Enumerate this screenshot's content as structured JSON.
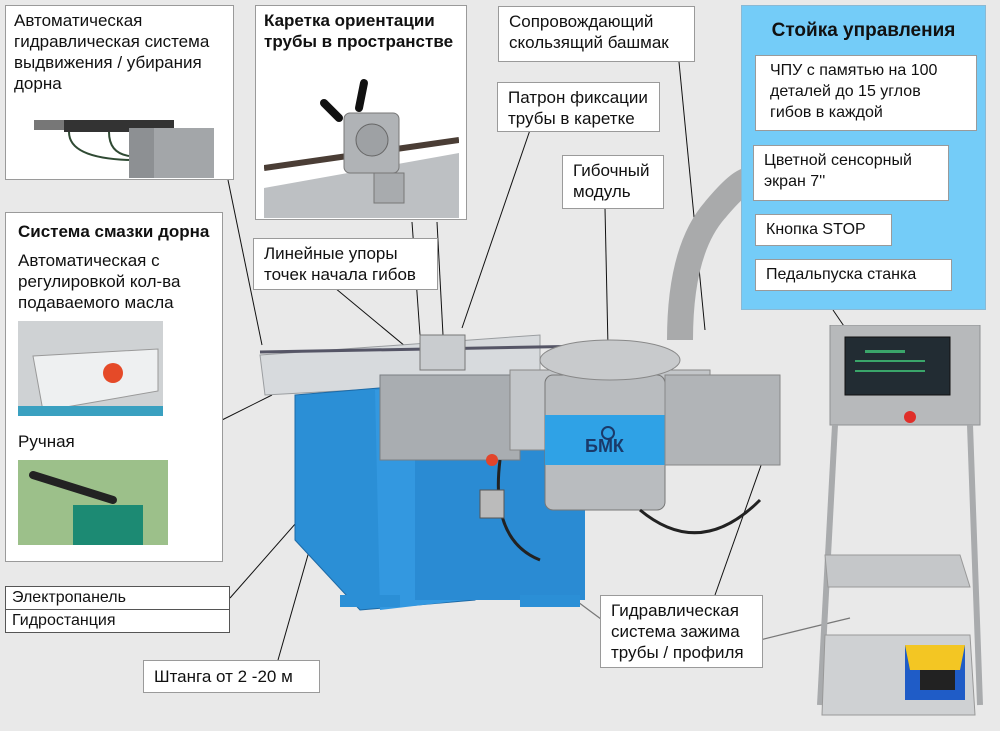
{
  "callouts": {
    "mandrel_hydraulic": "Автоматическая гидравлическая система выдвижения / убирания дорна",
    "carriage_orientation": "Каретка ориентации трубы в пространстве",
    "sliding_shoe_line1": "Сопровождающий",
    "sliding_shoe_line2": "скользящий башмак",
    "chuck_line1": "Патрон фиксации",
    "chuck_line2": "трубы в каретке",
    "bending_module_line1": "Гибочный",
    "bending_module_line2": "модуль",
    "linear_stops_line1": "Линейные упоры",
    "linear_stops_line2": "точек начала гибов",
    "lubrication_title": "Системa смазки дорна",
    "lubrication_auto": "Автоматическая с регулировкой кол-ва подаваемого масла",
    "lubrication_manual": "Ручная",
    "electric_panel": "Электропанель",
    "hydraulic_station": "Гидростанция",
    "rod_length": "Штанга от 2 -20 м",
    "clamp_hydraulics_line1": "Гидравлическая",
    "clamp_hydraulics_line2": "система зажима",
    "clamp_hydraulics_line3": "трубы / профиля"
  },
  "control_panel": {
    "title": "Стойка управления",
    "items": [
      "ЧПУ с памятью на 100 деталей до 15 углов гибов в каждой",
      "Цветной сенсорный экран 7''",
      "Кнопка STOP",
      "Педальпуска станка"
    ]
  },
  "machine": {
    "brand_logo": "БМК"
  },
  "colors": {
    "background": "#e9e9e9",
    "panel_blue": "#74ccf8",
    "machine_blue": "#2b8fd6",
    "steel": "#b9bcbf"
  }
}
